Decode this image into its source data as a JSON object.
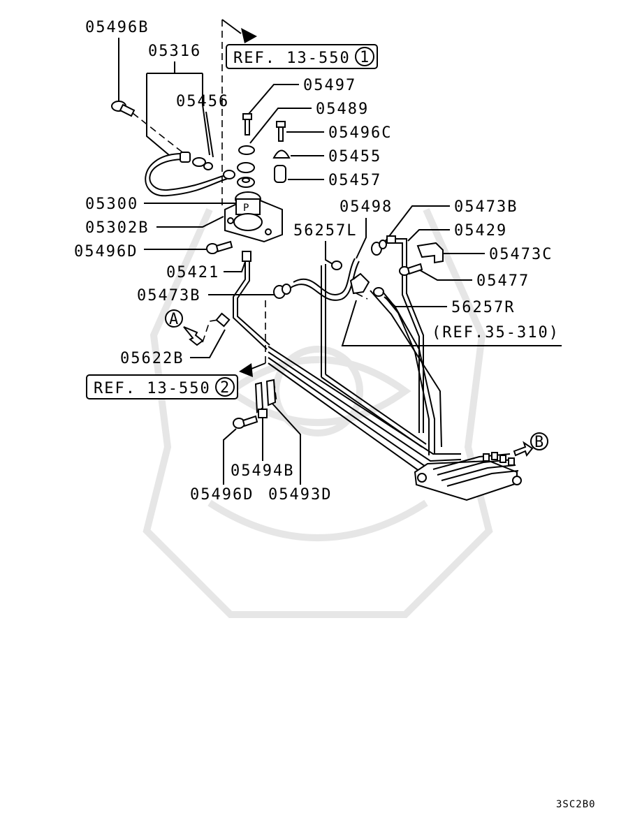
{
  "diagram": {
    "part_labels": {
      "p05496B_top": "05496B",
      "p05316": "05316",
      "p05456": "05456",
      "p05497": "05497",
      "p05489": "05489",
      "p05496C": "05496C",
      "p05455": "05455",
      "p05457": "05457",
      "p05300": "05300",
      "p05302B": "05302B",
      "p05496D_left": "05496D",
      "p05421": "05421",
      "p05473B_left": "05473B",
      "p05622B": "05622B",
      "p05498": "05498",
      "p05473B_right": "05473B",
      "p05429": "05429",
      "p05473C": "05473C",
      "p05477": "05477",
      "p56257L": "56257L",
      "p56257R": "56257R",
      "p05494B": "05494B",
      "p05496D_bottom": "05496D",
      "p05493D": "05493D"
    },
    "references": {
      "ref1_text": "REF. 13-550",
      "ref1_num": "1",
      "ref2_text": "REF. 13-550",
      "ref2_num": "2",
      "ref3_text": "(REF.35-310)"
    },
    "callouts": {
      "a": "A",
      "b": "B"
    },
    "figure_code": "3SC2B0"
  }
}
